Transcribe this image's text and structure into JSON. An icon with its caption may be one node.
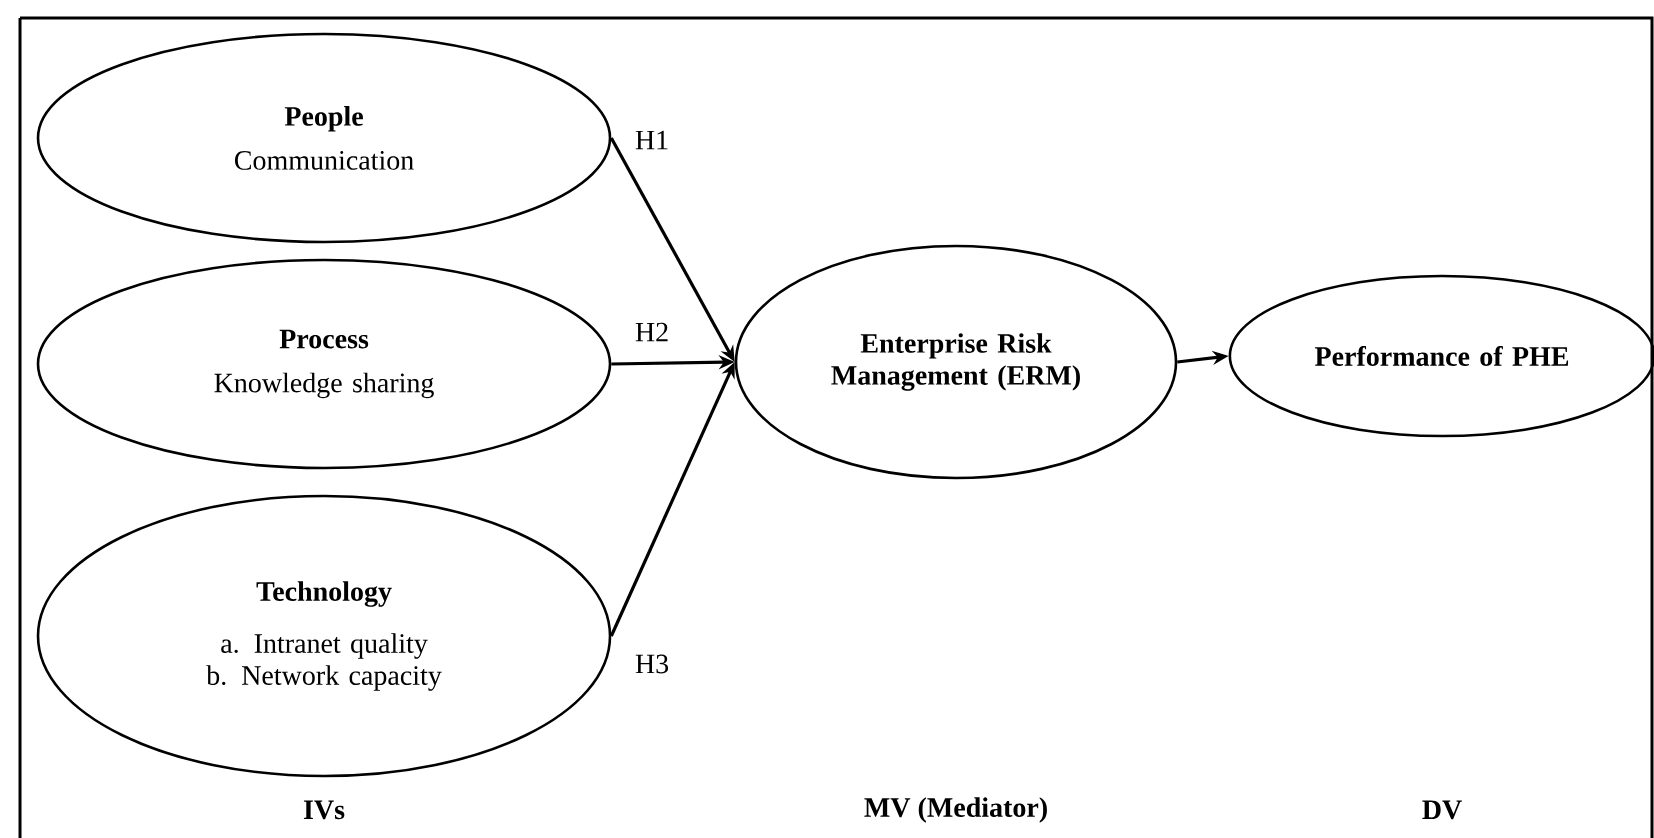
{
  "diagram": {
    "nodes": [
      {
        "text": [
          "People",
          "Communication"
        ]
      },
      {
        "text": [
          "Process",
          "Knowledge sharing"
        ]
      },
      {
        "text": [
          "Technology",
          "a. Intranet quality",
          "b. Network capacity"
        ]
      },
      {
        "text": [
          "Enterprise Risk Management (ERM)"
        ]
      },
      {
        "text": [
          "Performance of PHE"
        ]
      }
    ],
    "edges": [
      {
        "from": 0,
        "to": 3,
        "arrow": "to",
        "label": "H1"
      },
      {
        "from": 1,
        "to": 3,
        "arrow": "to",
        "label": "H2"
      },
      {
        "from": 2,
        "to": 3,
        "arrow": "to",
        "label": "H3"
      },
      {
        "from": 3,
        "to": 4,
        "arrow": "to"
      }
    ],
    "labels": [
      "IVs",
      "MV (Mediator)",
      "DV"
    ]
  }
}
